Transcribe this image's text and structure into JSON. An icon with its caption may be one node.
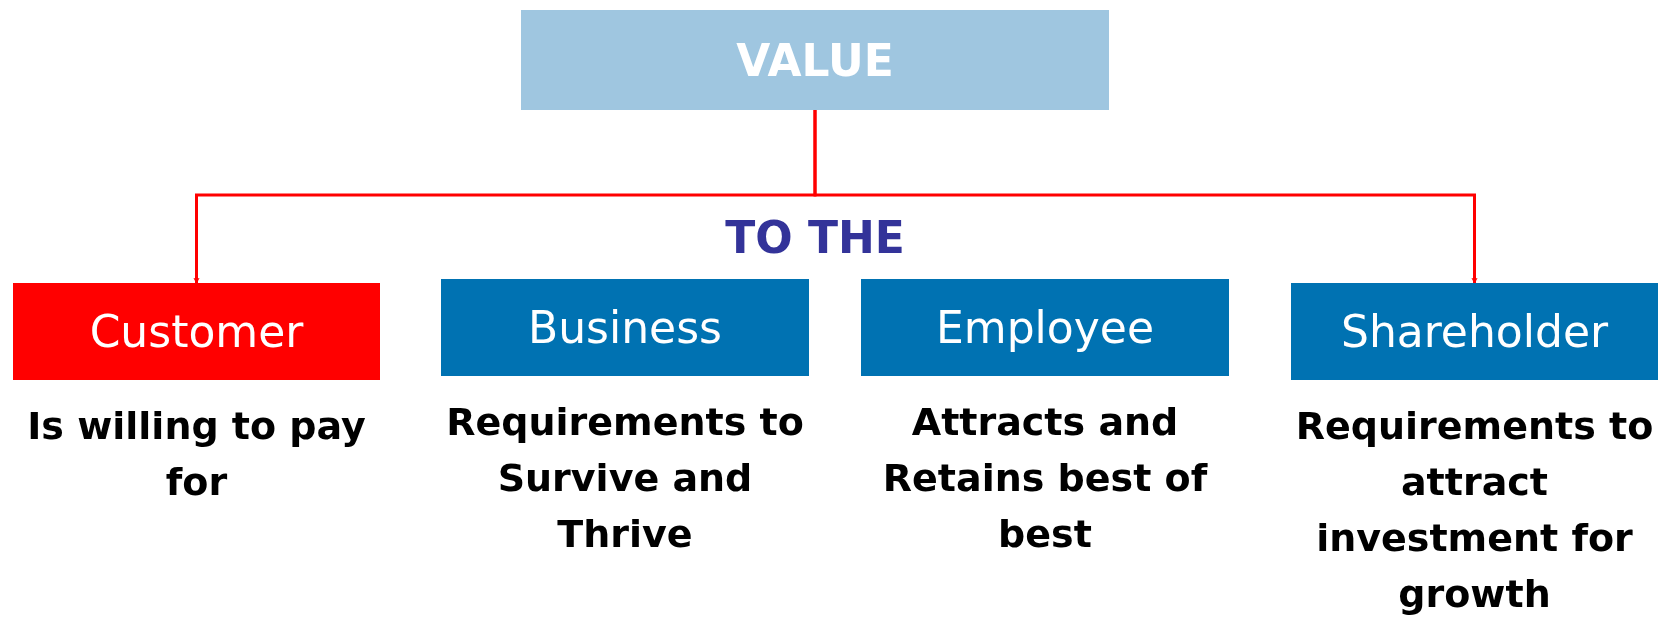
{
  "diagram": {
    "nodes": [
      {
        "text": [
          "VALUE"
        ]
      },
      {
        "text": [
          "Customer"
        ],
        "beside": [
          "Is willing to pay for"
        ]
      },
      {
        "text": [
          "Business"
        ],
        "beside": [
          "Requirements to Survive and Thrive"
        ]
      },
      {
        "text": [
          "Employee"
        ],
        "beside": [
          "Attracts and Retains best of best"
        ]
      },
      {
        "text": [
          "Shareholder"
        ],
        "beside": [
          "Requirements to attract investment for growth"
        ]
      }
    ],
    "edges": [
      {
        "from": 0,
        "to": 1,
        "arrow": "to"
      },
      {
        "from": 0,
        "to": 4,
        "arrow": "to"
      }
    ],
    "labels": [
      "TO THE"
    ]
  }
}
